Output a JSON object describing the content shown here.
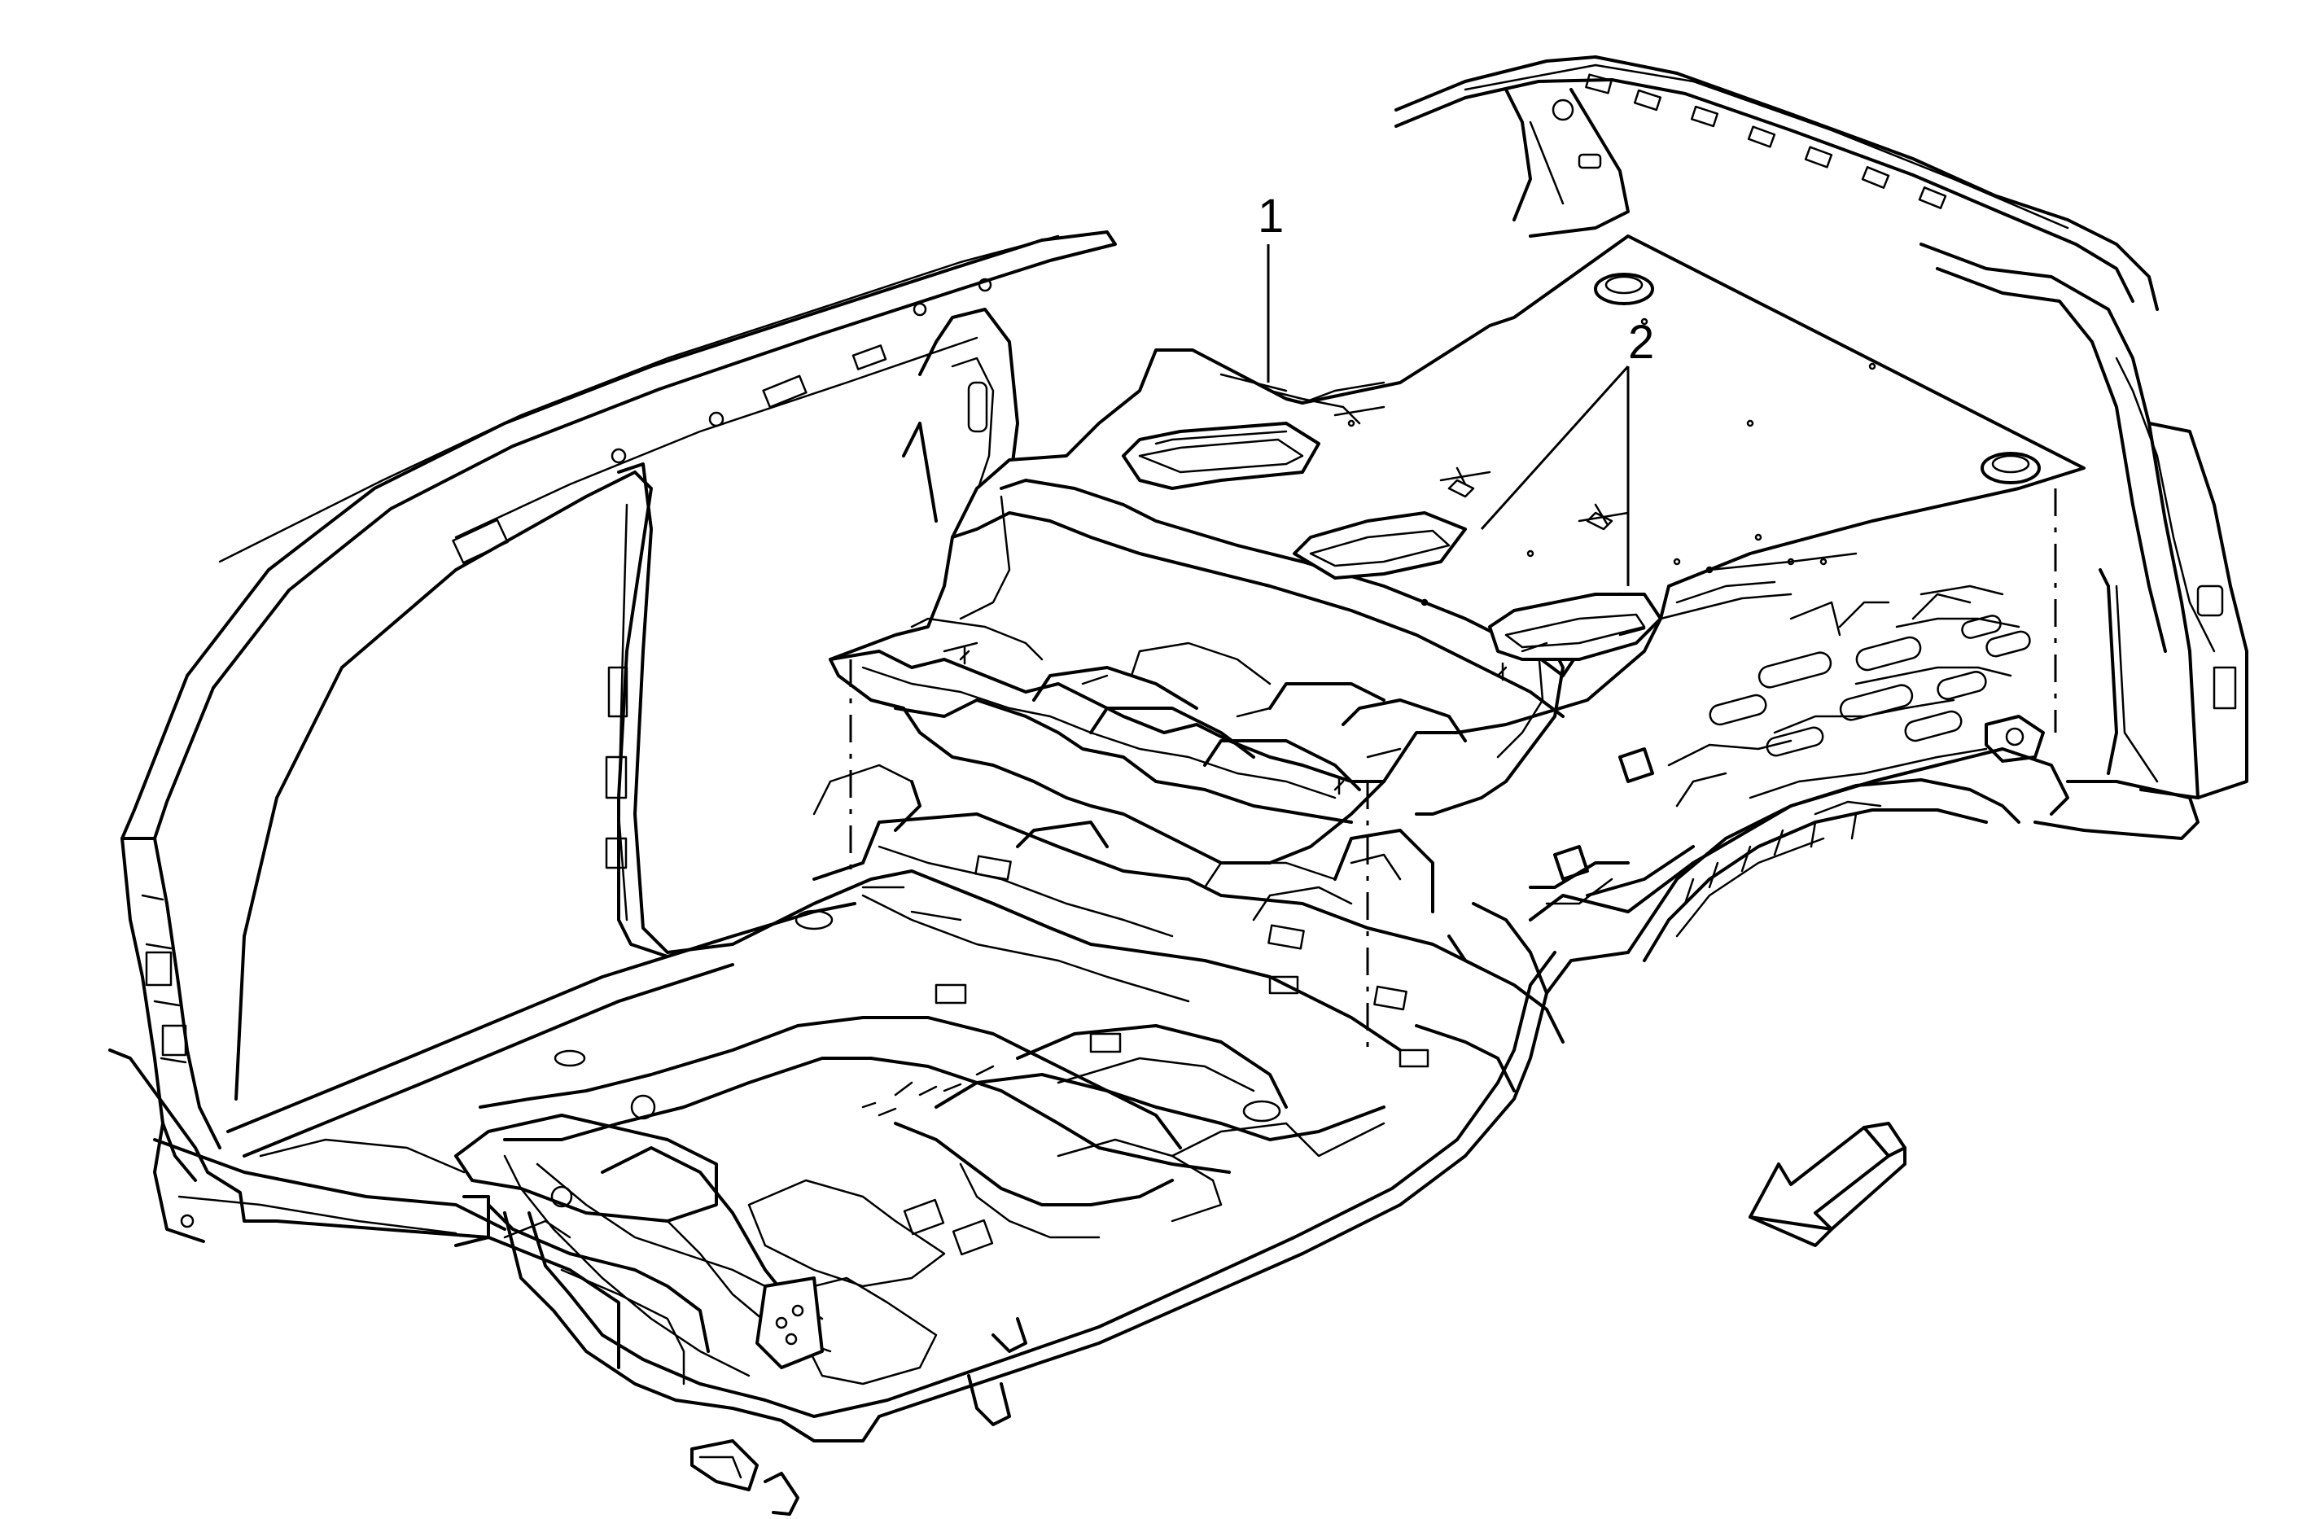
{
  "callouts": [
    {
      "id": "1",
      "label": "1"
    },
    {
      "id": "2",
      "label": "2"
    }
  ],
  "icons": {
    "orientation_arrow": "front-direction-arrow-icon"
  },
  "colors": {
    "line": "#000000",
    "background": "#ffffff"
  }
}
